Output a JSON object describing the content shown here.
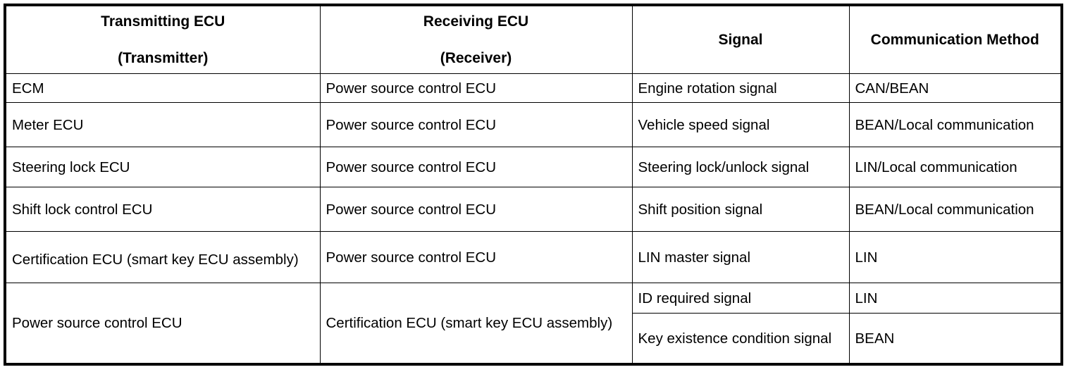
{
  "table": {
    "name": "ecu-communication-table",
    "columns": [
      {
        "id": "transmitting",
        "header_line1": "Transmitting ECU",
        "header_line2": "(Transmitter)"
      },
      {
        "id": "receiving",
        "header_line1": "Receiving ECU",
        "header_line2": "(Receiver)"
      },
      {
        "id": "signal",
        "header_line1": "Signal",
        "header_line2": ""
      },
      {
        "id": "method",
        "header_line1": "Communication Method",
        "header_line2": ""
      }
    ],
    "rows": [
      {
        "transmitter": "ECM",
        "receiver": "Power source control ECU",
        "signal": "Engine rotation signal",
        "method": "CAN/BEAN"
      },
      {
        "transmitter": "Meter ECU",
        "receiver": "Power source control ECU",
        "signal": "Vehicle speed signal",
        "method": "BEAN/Local communication"
      },
      {
        "transmitter": "Steering lock ECU",
        "receiver": "Power source control ECU",
        "signal": "Steering lock/unlock signal",
        "method": "LIN/Local communication"
      },
      {
        "transmitter": "Shift lock control ECU",
        "receiver": "Power source control ECU",
        "signal": "Shift position signal",
        "method": "BEAN/Local communication"
      },
      {
        "transmitter": "Certification ECU (smart key ECU assembly)",
        "receiver": "Power source control ECU",
        "signal": "LIN master signal",
        "method": "LIN"
      },
      {
        "transmitter": "Power source control ECU",
        "receiver": "Certification ECU (smart key ECU assembly)",
        "signal": "ID required signal",
        "method": "LIN"
      },
      {
        "transmitter": "",
        "receiver": "",
        "signal": "Key existence condition signal",
        "method": "BEAN"
      }
    ]
  },
  "colors": {
    "border": "#000000",
    "text": "#000000",
    "background": "#ffffff"
  }
}
